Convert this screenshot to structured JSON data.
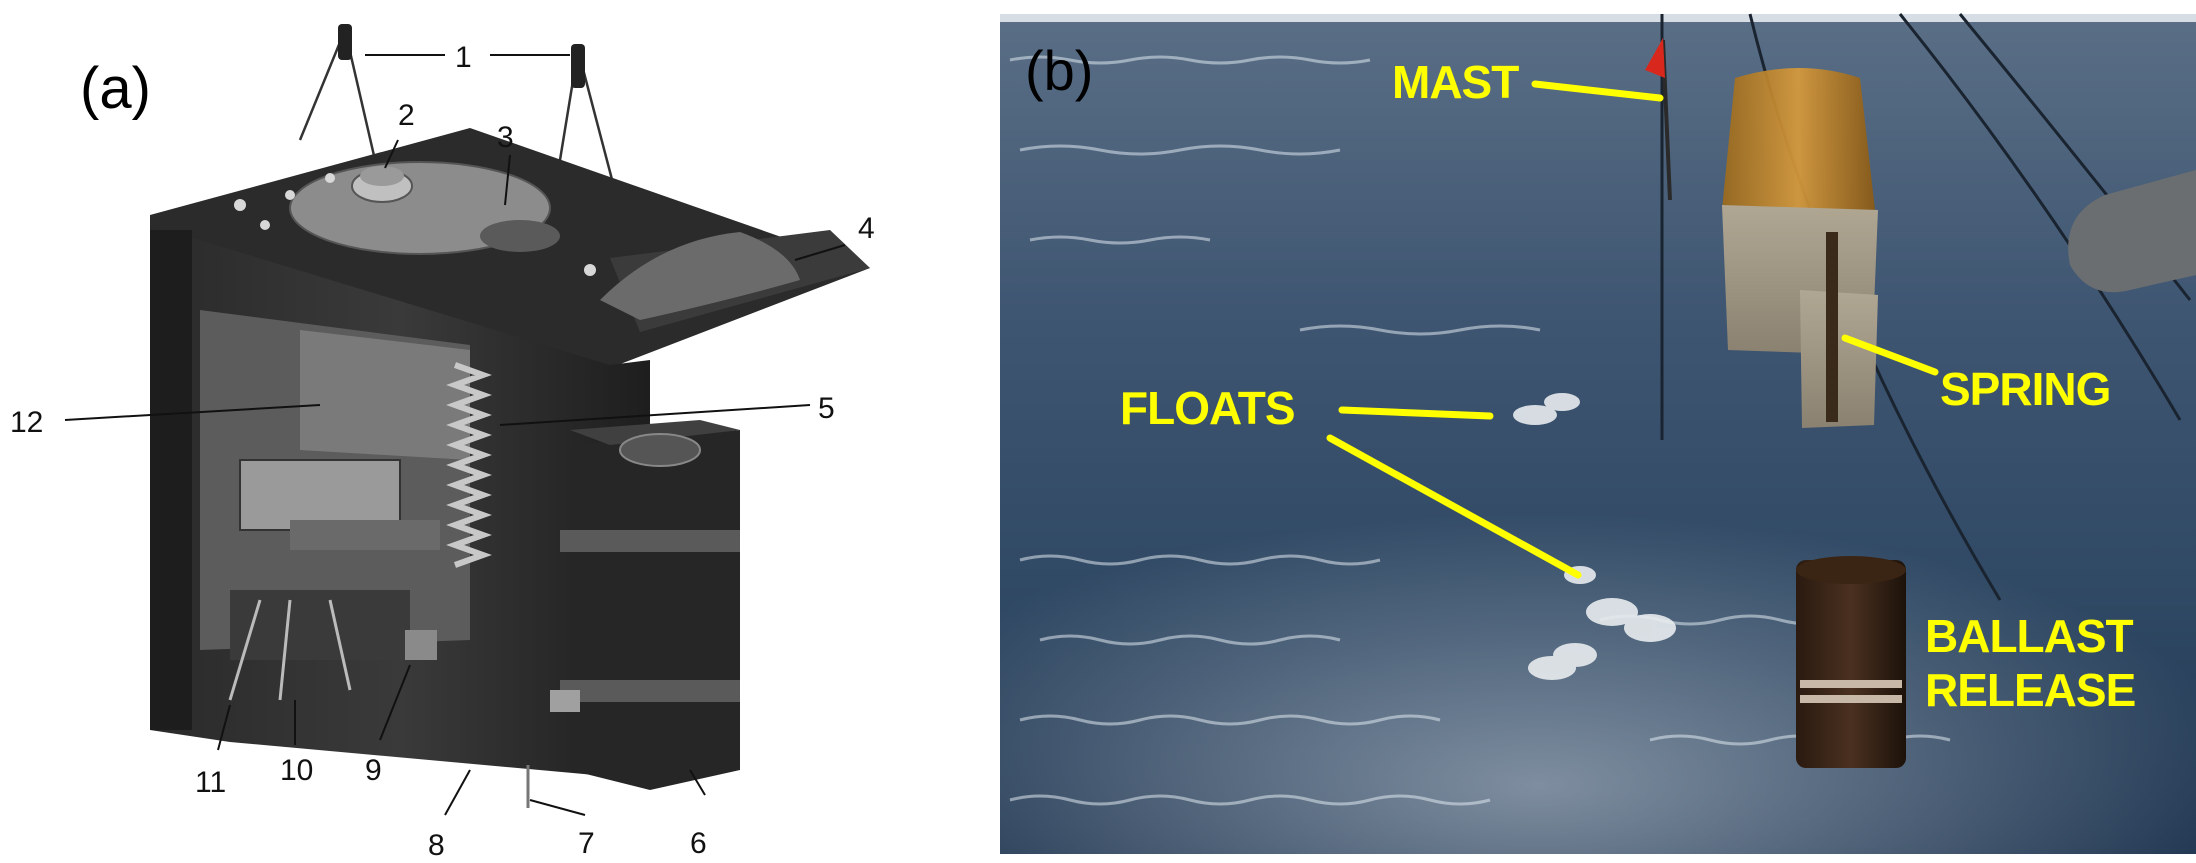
{
  "panel_a": {
    "label": "(a)",
    "callouts": [
      "1",
      "2",
      "3",
      "4",
      "5",
      "6",
      "7",
      "8",
      "9",
      "10",
      "11",
      "12"
    ]
  },
  "panel_b": {
    "label": "(b)",
    "annotations": {
      "mast": "MAST",
      "spring": "SPRING",
      "floats": "FLOATS",
      "ballast_line1": "BALLAST",
      "ballast_line2": "RELEASE"
    },
    "annotation_color": "#ffff00"
  }
}
